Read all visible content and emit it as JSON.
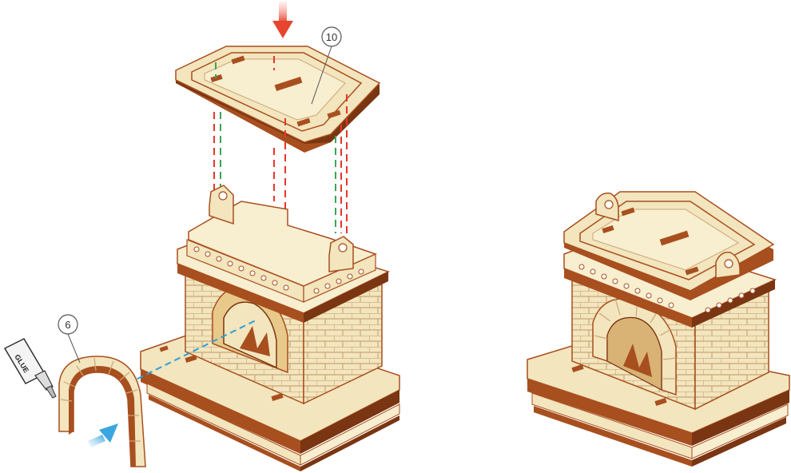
{
  "callouts": {
    "lid_part": "10",
    "arch_part": "6"
  },
  "glue_bottle": {
    "label": "GLUE"
  },
  "colors": {
    "wood_face": "#f3e5bd",
    "wood_face_light": "#f8eed0",
    "wood_edge": "#a84f1f",
    "wood_edge_dark": "#7a3512",
    "brick_line": "#c9a878",
    "guide_red": "#e8352b",
    "guide_green": "#3aa655",
    "guide_blue": "#2f9fd8",
    "arrow_red": "#e8452f",
    "arrow_blue": "#3aa6e0",
    "callout_stroke": "#555555"
  }
}
